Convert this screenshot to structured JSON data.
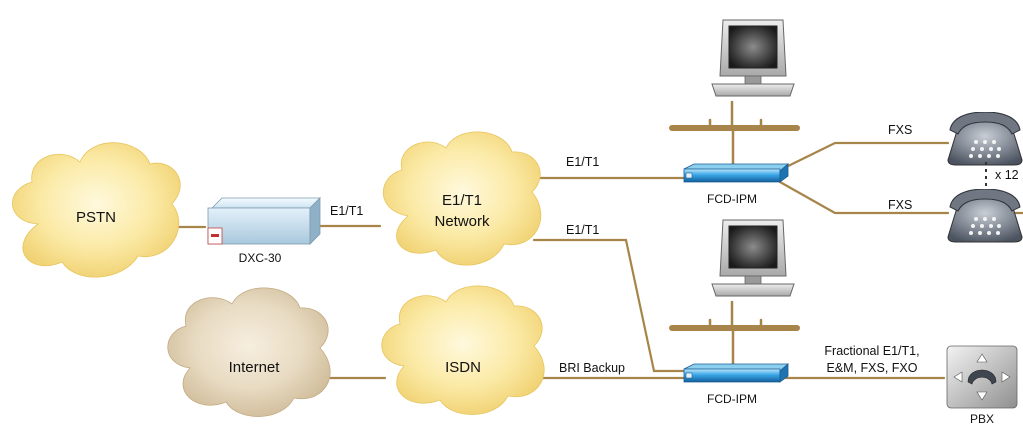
{
  "clouds": {
    "pstn": "PSTN",
    "network_line1": "E1/T1",
    "network_line2": "Network",
    "internet": "Internet",
    "isdn": "ISDN"
  },
  "devices": {
    "dxc": "DXC-30",
    "fcd_top": "FCD-IPM",
    "fcd_bottom": "FCD-IPM",
    "pbx": "PBX"
  },
  "links": {
    "dxc_to_network": "E1/T1",
    "network_to_fcd_top": "E1/T1",
    "network_to_fcd_bottom": "E1/T1",
    "isdn_to_fcd_bottom": "BRI Backup",
    "fxs_top": "FXS",
    "fxs_bottom": "FXS",
    "pbx_line1": "Fractional E1/T1,",
    "pbx_line2": "E&M, FXS, FXO",
    "phone_count": "x 12"
  },
  "colors": {
    "cloud_yellow": "#fbe7a1",
    "cloud_tan": "#e6d7bd",
    "link_line": "#a7854a",
    "device_blue": "#2f95d6"
  }
}
